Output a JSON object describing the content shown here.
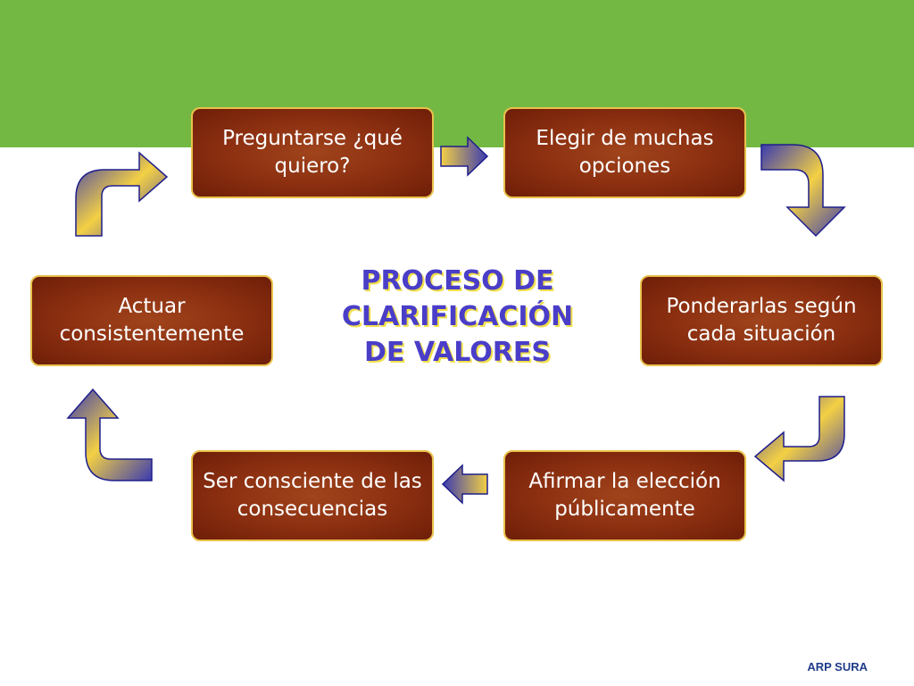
{
  "title": "PROCESO DE\nCLARIFICACIÓN\nDE VALORES",
  "steps": [
    "Preguntarse ¿qué quiero?",
    "Elegir de muchas opciones",
    "Ponderarlas según cada situación",
    "Afirmar la elección públicamente",
    "Ser consciente de las consecuencias",
    "Actuar consistentemente"
  ],
  "brand": "ARP SURA",
  "colors": {
    "band": "#72b842",
    "box": "#8a2e10",
    "box_border": "#e9c24c",
    "arrow_fill_start": "#f3d044",
    "arrow_fill_end": "#3b3bb0",
    "arrow_stroke": "#1e1e8c",
    "title": "#4a3ec8",
    "title_shadow": "#f2e04a"
  }
}
